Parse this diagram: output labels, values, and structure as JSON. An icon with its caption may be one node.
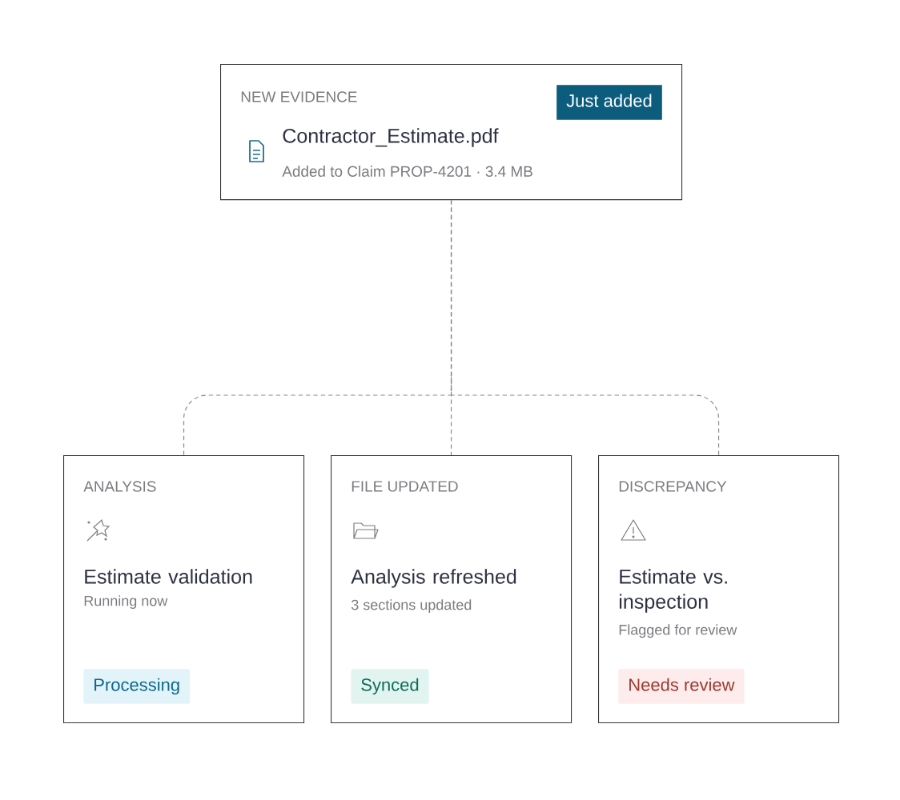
{
  "diagram": {
    "nodes": [
      {
        "text": [
          "NEW EVIDENCE",
          "Contractor_Estimate.pdf",
          "Added to Claim PROP-4201 · 3.4 MB"
        ]
      },
      {
        "text": [
          "Just added"
        ],
        "in": 0
      },
      {
        "text": [
          "ANALYSIS",
          "Estimate validation",
          "Running now"
        ]
      },
      {
        "text": [
          "Processing"
        ],
        "in": 2
      },
      {
        "text": [
          "FILE UPDATED",
          "Analysis refreshed",
          "3 sections updated"
        ]
      },
      {
        "text": [
          "Synced"
        ],
        "in": 4
      },
      {
        "text": [
          "DISCREPANCY",
          "Estimate vs. inspection",
          "Flagged for review"
        ]
      },
      {
        "text": [
          "Needs review"
        ],
        "in": 6
      }
    ],
    "edges": [
      {
        "from": 0,
        "to": 2,
        "arrow": "none",
        "style": "dashed"
      },
      {
        "from": 0,
        "to": 4,
        "arrow": "none",
        "style": "dashed"
      },
      {
        "from": 0,
        "to": 6,
        "arrow": "none",
        "style": "dashed"
      }
    ]
  }
}
